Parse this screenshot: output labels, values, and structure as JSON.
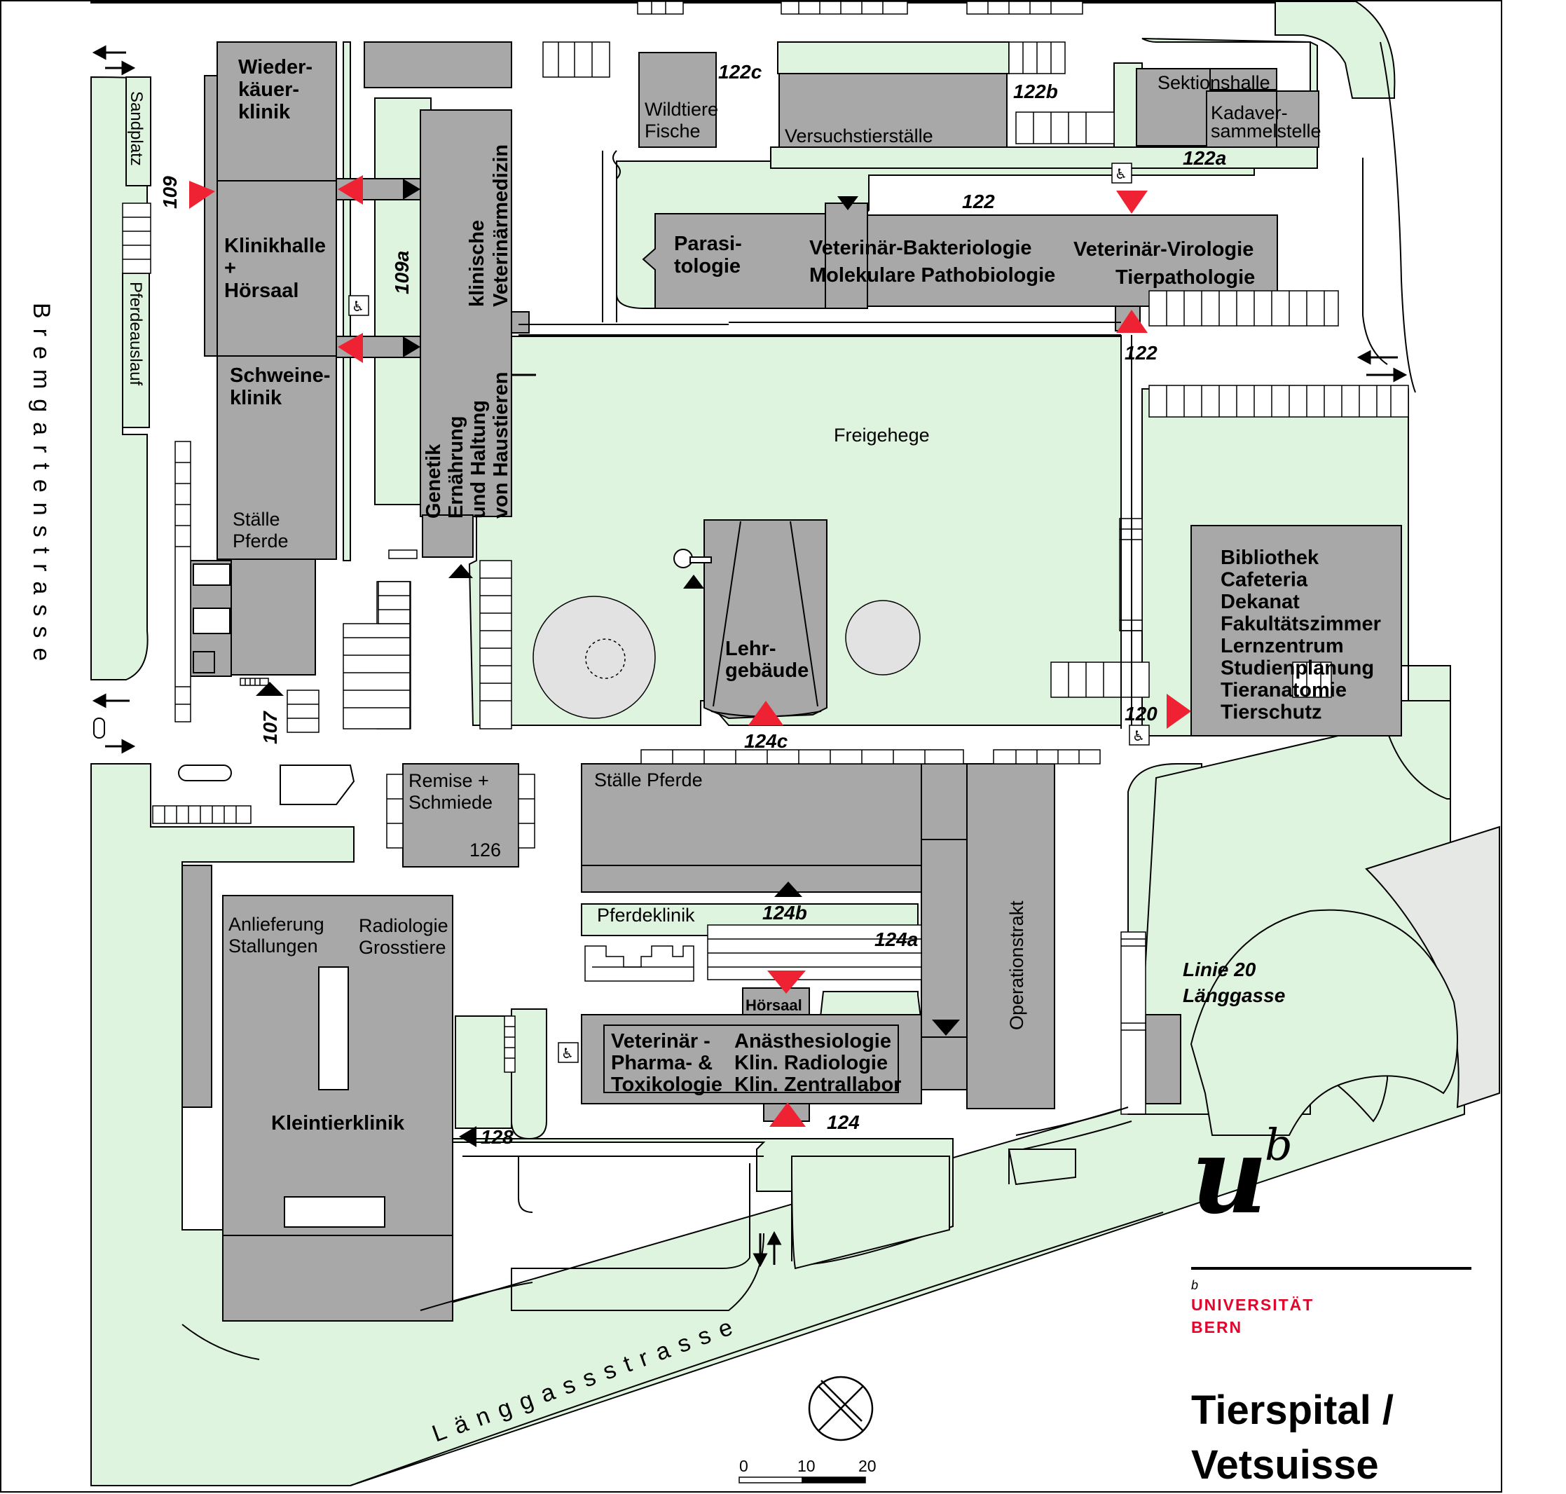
{
  "map": {
    "streets": {
      "west": "Bremgartenstrasse",
      "south": "Länggassstrasse"
    },
    "buildings": {
      "wiederkaeuer": "Wieder-\nkäuer-\nklinik",
      "klinikhalle": "Klinikhalle\n+\nHörsaal",
      "schweine": "Schweine-\nklinik",
      "staelle_pferde_west": "Ställe\nPferde",
      "klinische": "klinische\nVeterinärmedizin",
      "genetik": "Genetik\nErnährung\nund Haltung\nvon Haustieren",
      "wildtiere": "Wildtiere\nFische",
      "versuchstier": "Versuchstierställe",
      "sektionshalle": "Sektionshalle",
      "kadaver": "Kadaver-\nsammelstelle",
      "parasitologie": "Parasi-\ntologie",
      "bakteriologie": "Veterinär-Bakteriologie",
      "pathobiologie": "Molekulare Pathobiologie",
      "virologie": "Veterinär-Virologie",
      "tierpathologie": "Tierpathologie",
      "lehrgebaeude": "Lehr-\ngebäude",
      "bibliothek": "Bibliothek\nCafeteria\nDekanat\nFakultätszimmer\nLernzentrum\nStudienplanung\nTieranatomie\nTierschutz",
      "remise": "Remise +\nSchmiede",
      "remise_number": "126",
      "staelle_pferde_south": "Ställe Pferde",
      "pferdeklinik": "Pferdeklinik",
      "hoersaal": "Hörsaal",
      "pharma": "Veterinär -\nPharma- &\nToxikologie",
      "anaesthesiologie": "Anästhesiologie\nKlin. Radiologie\nKlin. Zentrallabor",
      "operationstrakt": "Operationstrakt",
      "anlieferung": "Anlieferung\nStallungen",
      "radiologie": "Radiologie\nGrosstiere",
      "kleintier": "Kleintierklinik"
    },
    "areas": {
      "sandplatz": "Sandplatz",
      "pferdeauslauf": "Pferdeauslauf",
      "freigehege": "Freigehege"
    },
    "entrances": {
      "e109": "109",
      "e109a": "109a",
      "e107": "107",
      "e122c": "122c",
      "e122b": "122b",
      "e122a": "122a",
      "e122_top": "122",
      "e122_bottom": "122",
      "e120": "120",
      "e124c": "124c",
      "e124b": "124b",
      "e124a": "124a",
      "e124": "124",
      "e128": "128"
    },
    "transit": {
      "line": "Linie 20",
      "stop": "Länggasse"
    },
    "scale": {
      "ticks": [
        "0",
        "10",
        "20"
      ]
    }
  },
  "branding": {
    "logo_mark": "u",
    "logo_superscript": "b",
    "small_b": "b",
    "university_line1": "UNIVERSITÄT",
    "university_line2": "BERN",
    "title_line1": "Tierspital /",
    "title_line2": "Vetsuisse"
  },
  "colors": {
    "green_area": "#dff4df",
    "building": "#a8a8a8",
    "entrance_marker": "#ee2233",
    "unibe_red": "#e2062d",
    "lot_gray": "#e5e8e5"
  }
}
